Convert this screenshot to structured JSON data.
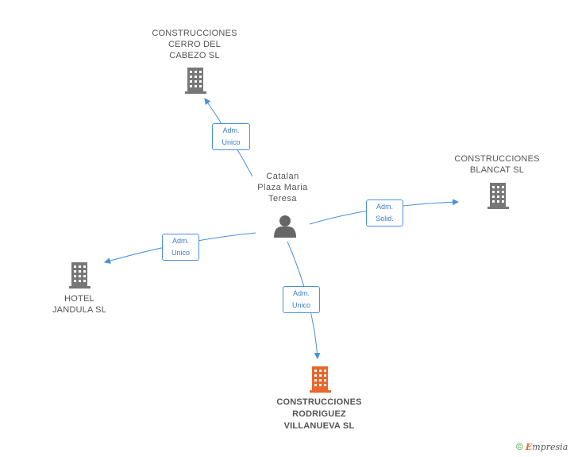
{
  "person": {
    "name": "Catalan\nPlaza Maria\nTeresa"
  },
  "companies": {
    "cerro": {
      "name": "CONSTRUCCIONES\nCERRO DEL\nCABEZO SL"
    },
    "blancat": {
      "name": "CONSTRUCCIONES\nBLANCAT SL"
    },
    "hotel": {
      "name": "HOTEL\nJANDULA SL"
    },
    "rodriguez": {
      "name": "CONSTRUCCIONES\nRODRIGUEZ\nVILLANUEVA SL"
    }
  },
  "edges": {
    "cerro": "Adm.\nUnico",
    "blancat": "Adm.\nSolid.",
    "hotel": "Adm.\nUnico",
    "rodriguez": "Adm.\nUnico"
  },
  "colors": {
    "edge": "#4a90d9",
    "building": "#777777",
    "building_main": "#e9662c",
    "person": "#666666"
  },
  "footer": {
    "copyright": "©",
    "brand_initial": "E",
    "brand_rest": "mpresia"
  }
}
